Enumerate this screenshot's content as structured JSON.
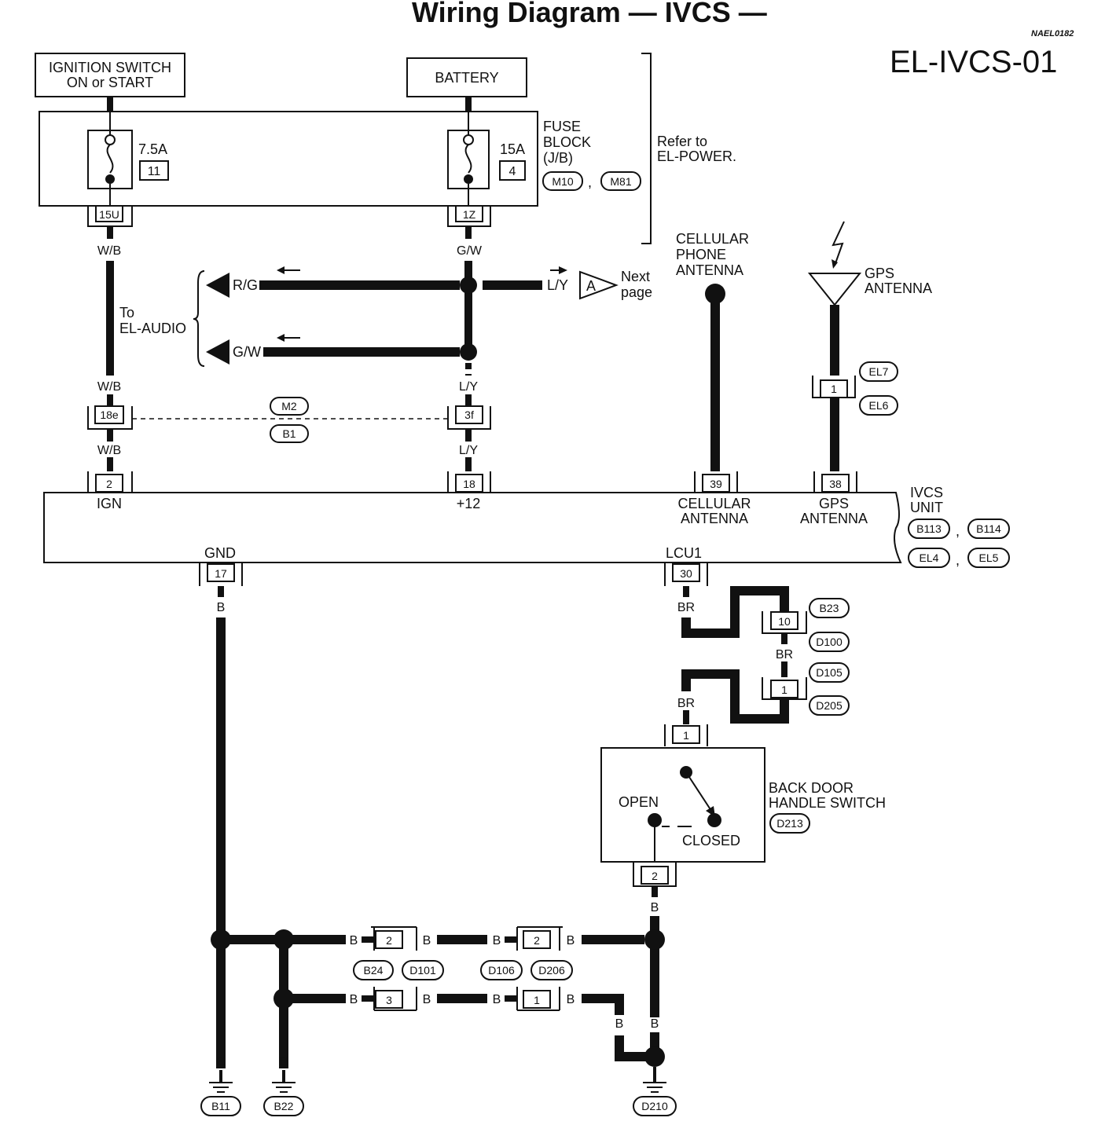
{
  "header": {
    "title": "Wiring Diagram — IVCS —",
    "ref_code": "NAEL0182",
    "page_code": "EL-IVCS-01"
  },
  "ignition_switch": {
    "line1": "IGNITION SWITCH",
    "line2": "ON or START"
  },
  "battery": {
    "label": "BATTERY"
  },
  "fuse_block": {
    "name_line1": "FUSE",
    "name_line2": "BLOCK",
    "name_line3": "(J/B)",
    "connectors": [
      "M10",
      "M81"
    ],
    "comma": ",",
    "fuse_left": {
      "rating": "7.5A",
      "number": "11",
      "terminal": "15U"
    },
    "fuse_right": {
      "rating": "15A",
      "number": "4",
      "terminal": "1Z"
    }
  },
  "refer_note": {
    "line1": "Refer to",
    "line2": "EL-POWER."
  },
  "wires": {
    "wb": "W/B",
    "gw": "G/W",
    "rg": "R/G",
    "ly": "L/Y",
    "br": "BR",
    "b": "B"
  },
  "audio_ref": {
    "line1": "To",
    "line2": "EL-AUDIO"
  },
  "next_page": {
    "marker": "A",
    "line1": "Next",
    "line2": "page"
  },
  "harness_connectors": {
    "left_term": "18e",
    "right_term": "3f",
    "codes": [
      "M2",
      "B1"
    ]
  },
  "cellular_antenna": {
    "line1": "CELLULAR",
    "line2": "PHONE",
    "line3": "ANTENNA"
  },
  "gps_antenna": {
    "line1": "GPS",
    "line2": "ANTENNA",
    "terminal": "1",
    "codes": [
      "EL7",
      "EL6"
    ]
  },
  "ivcs_unit": {
    "line1": "IVCS",
    "line2": "UNIT",
    "codes": [
      "B113",
      "B114",
      "EL4",
      "EL5"
    ],
    "pins": {
      "ign": {
        "num": "2",
        "label": "IGN"
      },
      "plus12": {
        "num": "18",
        "label": "+12"
      },
      "cell": {
        "num": "39",
        "label1": "CELLULAR",
        "label2": "ANTENNA"
      },
      "gps": {
        "num": "38",
        "label1": "GPS",
        "label2": "ANTENNA"
      },
      "gnd": {
        "num": "17",
        "label": "GND"
      },
      "lcu1": {
        "num": "30",
        "label": "LCU1"
      }
    }
  },
  "br_connectors": {
    "upper": {
      "num": "10",
      "codes": [
        "B23",
        "D100"
      ]
    },
    "lower": {
      "num": "1",
      "codes": [
        "D105",
        "D205"
      ]
    }
  },
  "back_door_switch": {
    "line1": "BACK DOOR",
    "line2": "HANDLE SWITCH",
    "code": "D213",
    "pin_top": "1",
    "pin_bottom": "2",
    "open_label": "OPEN",
    "closed_label": "CLOSED"
  },
  "ground_connectors": {
    "left_top": "2",
    "left_bottom": "3",
    "right_top": "2",
    "right_bottom": "1",
    "left_codes": [
      "B24",
      "D101"
    ],
    "right_codes": [
      "D106",
      "D206"
    ]
  },
  "grounds": [
    "B11",
    "B22",
    "D210"
  ]
}
